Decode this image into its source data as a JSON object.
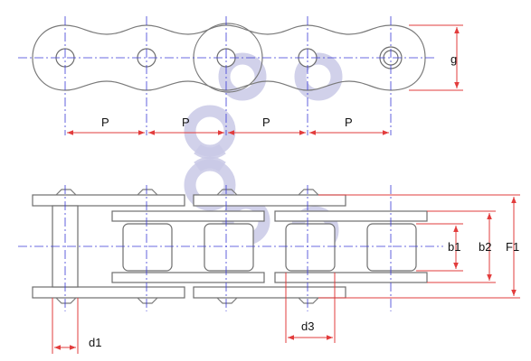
{
  "labels": {
    "pitch": "P",
    "height": "g",
    "roller_diameter": "d3",
    "pin_diameter": "d1",
    "inner_width": "b1",
    "outer_width": "b2",
    "overall_width": "F1"
  },
  "colors": {
    "outline": "#6e6e6e",
    "centerline": "#3b3bd6",
    "dimension": "#e23c3c",
    "watermark": "#c9c9e6"
  }
}
